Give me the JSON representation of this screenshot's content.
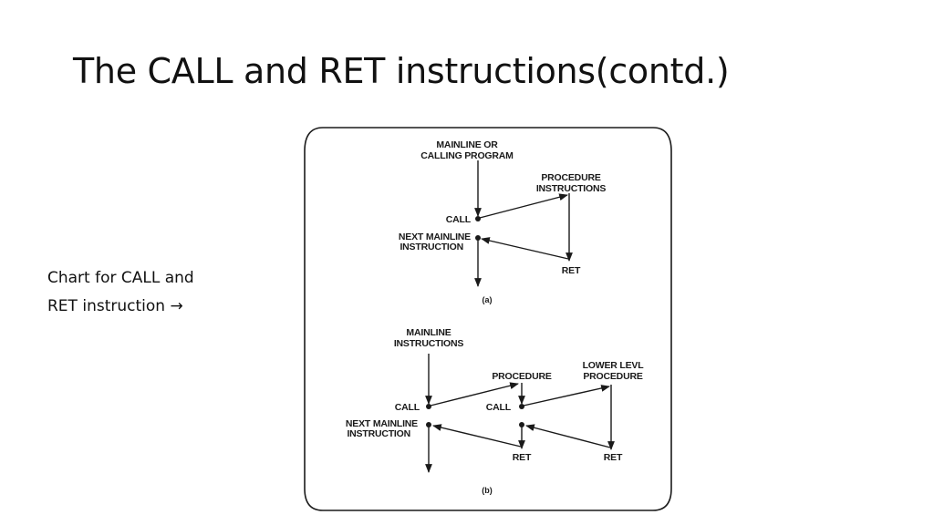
{
  "slide": {
    "title": "The CALL and RET instructions(contd.)",
    "caption_line1": "Chart for CALL and",
    "caption_line2": "RET instruction",
    "caption_arrow": "→"
  },
  "diagram_a": {
    "mainline_line1": "MAINLINE OR",
    "mainline_line2": "CALLING PROGRAM",
    "procedure_line1": "PROCEDURE",
    "procedure_line2": "INSTRUCTIONS",
    "call": "CALL",
    "next_line1": "NEXT MAINLINE",
    "next_line2": "INSTRUCTION",
    "ret": "RET",
    "caption": "(a)"
  },
  "diagram_b": {
    "mainline_line1": "MAINLINE",
    "mainline_line2": "INSTRUCTIONS",
    "procedure": "PROCEDURE",
    "lower_line1": "LOWER LEVL",
    "lower_line2": "PROCEDURE",
    "call_main": "CALL",
    "call_proc": "CALL",
    "next_line1": "NEXT MAINLINE",
    "next_line2": "INSTRUCTION",
    "ret_proc": "RET",
    "ret_lower": "RET",
    "caption": "(b)"
  }
}
